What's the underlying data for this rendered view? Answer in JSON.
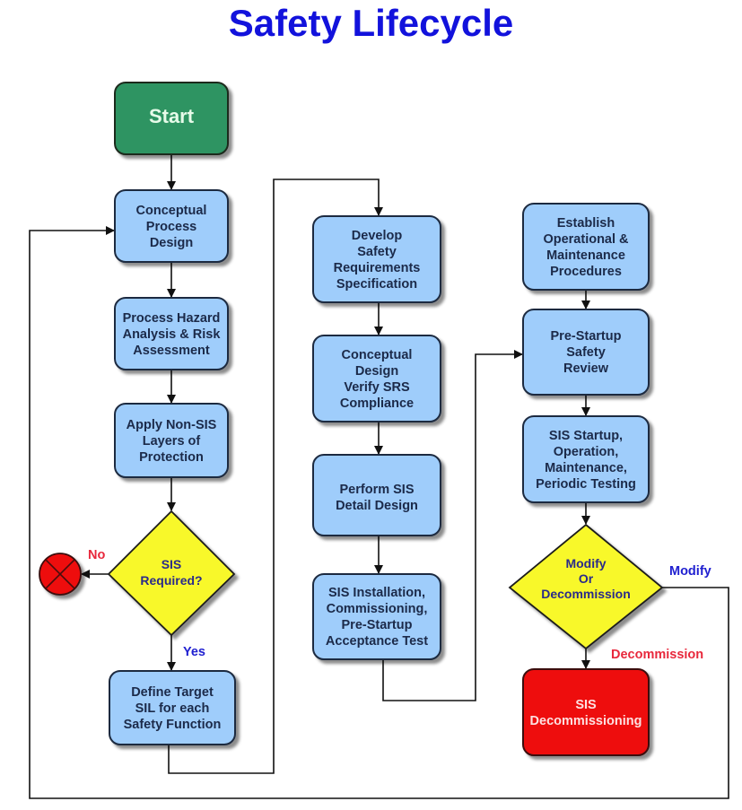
{
  "title": "Safety Lifecycle",
  "colors": {
    "title": "#1212dc",
    "process_fill": "#9fcdfb",
    "process_stroke": "#1d2b3f",
    "start_fill": "#2f9462",
    "decision_fill": "#f8f82a",
    "terminal_red": "#ee1111",
    "label_blue": "#2020d0",
    "label_red": "#e8283c",
    "connector": "#111111"
  },
  "nodes": {
    "start": {
      "type": "start",
      "lines": [
        "Start"
      ]
    },
    "conceptual_process_design": {
      "type": "process",
      "lines": [
        "Conceptual",
        "Process",
        "Design"
      ]
    },
    "process_hazard_analysis": {
      "type": "process",
      "lines": [
        "Process Hazard",
        "Analysis & Risk",
        "Assessment"
      ]
    },
    "apply_non_sis_layers": {
      "type": "process",
      "lines": [
        "Apply Non-SIS",
        "Layers of",
        "Protection"
      ]
    },
    "sis_required": {
      "type": "decision",
      "lines": [
        "SIS",
        "Required?"
      ]
    },
    "stop": {
      "type": "terminator",
      "symbol": "x-circle-icon"
    },
    "define_target_sil": {
      "type": "process",
      "lines": [
        "Define Target",
        "SIL for each",
        "Safety Function"
      ]
    },
    "develop_srs": {
      "type": "process",
      "lines": [
        "Develop",
        "Safety",
        "Requirements",
        "Specification"
      ]
    },
    "conceptual_design_verify": {
      "type": "process",
      "lines": [
        "Conceptual",
        "Design",
        "Verify SRS",
        "Compliance"
      ]
    },
    "perform_detail_design": {
      "type": "process",
      "lines": [
        "Perform SIS",
        "Detail Design"
      ]
    },
    "sis_installation": {
      "type": "process",
      "lines": [
        "SIS Installation,",
        "Commissioning,",
        "Pre-Startup",
        "Acceptance Test"
      ]
    },
    "establish_procedures": {
      "type": "process",
      "lines": [
        "Establish",
        "Operational &",
        "Maintenance",
        "Procedures"
      ]
    },
    "pre_startup_review": {
      "type": "process",
      "lines": [
        "Pre-Startup",
        "Safety",
        "Review"
      ]
    },
    "sis_startup": {
      "type": "process",
      "lines": [
        "SIS Startup,",
        "Operation,",
        "Maintenance,",
        "Periodic Testing"
      ]
    },
    "modify_or_decommission": {
      "type": "decision",
      "lines": [
        "Modify",
        "Or",
        "Decommission"
      ]
    },
    "sis_decommissioning": {
      "type": "end",
      "lines": [
        "SIS",
        "Decommissioning"
      ]
    }
  },
  "branch_labels": {
    "no": "No",
    "yes": "Yes",
    "modify": "Modify",
    "decommission": "Decommission"
  },
  "edges": [
    {
      "from": "start",
      "to": "conceptual_process_design"
    },
    {
      "from": "conceptual_process_design",
      "to": "process_hazard_analysis"
    },
    {
      "from": "process_hazard_analysis",
      "to": "apply_non_sis_layers"
    },
    {
      "from": "apply_non_sis_layers",
      "to": "sis_required"
    },
    {
      "from": "sis_required",
      "to": "stop",
      "label": "No"
    },
    {
      "from": "sis_required",
      "to": "define_target_sil",
      "label": "Yes"
    },
    {
      "from": "define_target_sil",
      "to": "develop_srs"
    },
    {
      "from": "develop_srs",
      "to": "conceptual_design_verify"
    },
    {
      "from": "conceptual_design_verify",
      "to": "perform_detail_design"
    },
    {
      "from": "perform_detail_design",
      "to": "sis_installation"
    },
    {
      "from": "sis_installation",
      "to": "pre_startup_review"
    },
    {
      "from": "establish_procedures",
      "to": "pre_startup_review"
    },
    {
      "from": "pre_startup_review",
      "to": "sis_startup"
    },
    {
      "from": "sis_startup",
      "to": "modify_or_decommission"
    },
    {
      "from": "modify_or_decommission",
      "to": "sis_decommissioning",
      "label": "Decommission"
    },
    {
      "from": "modify_or_decommission",
      "to": "conceptual_process_design",
      "label": "Modify"
    }
  ]
}
